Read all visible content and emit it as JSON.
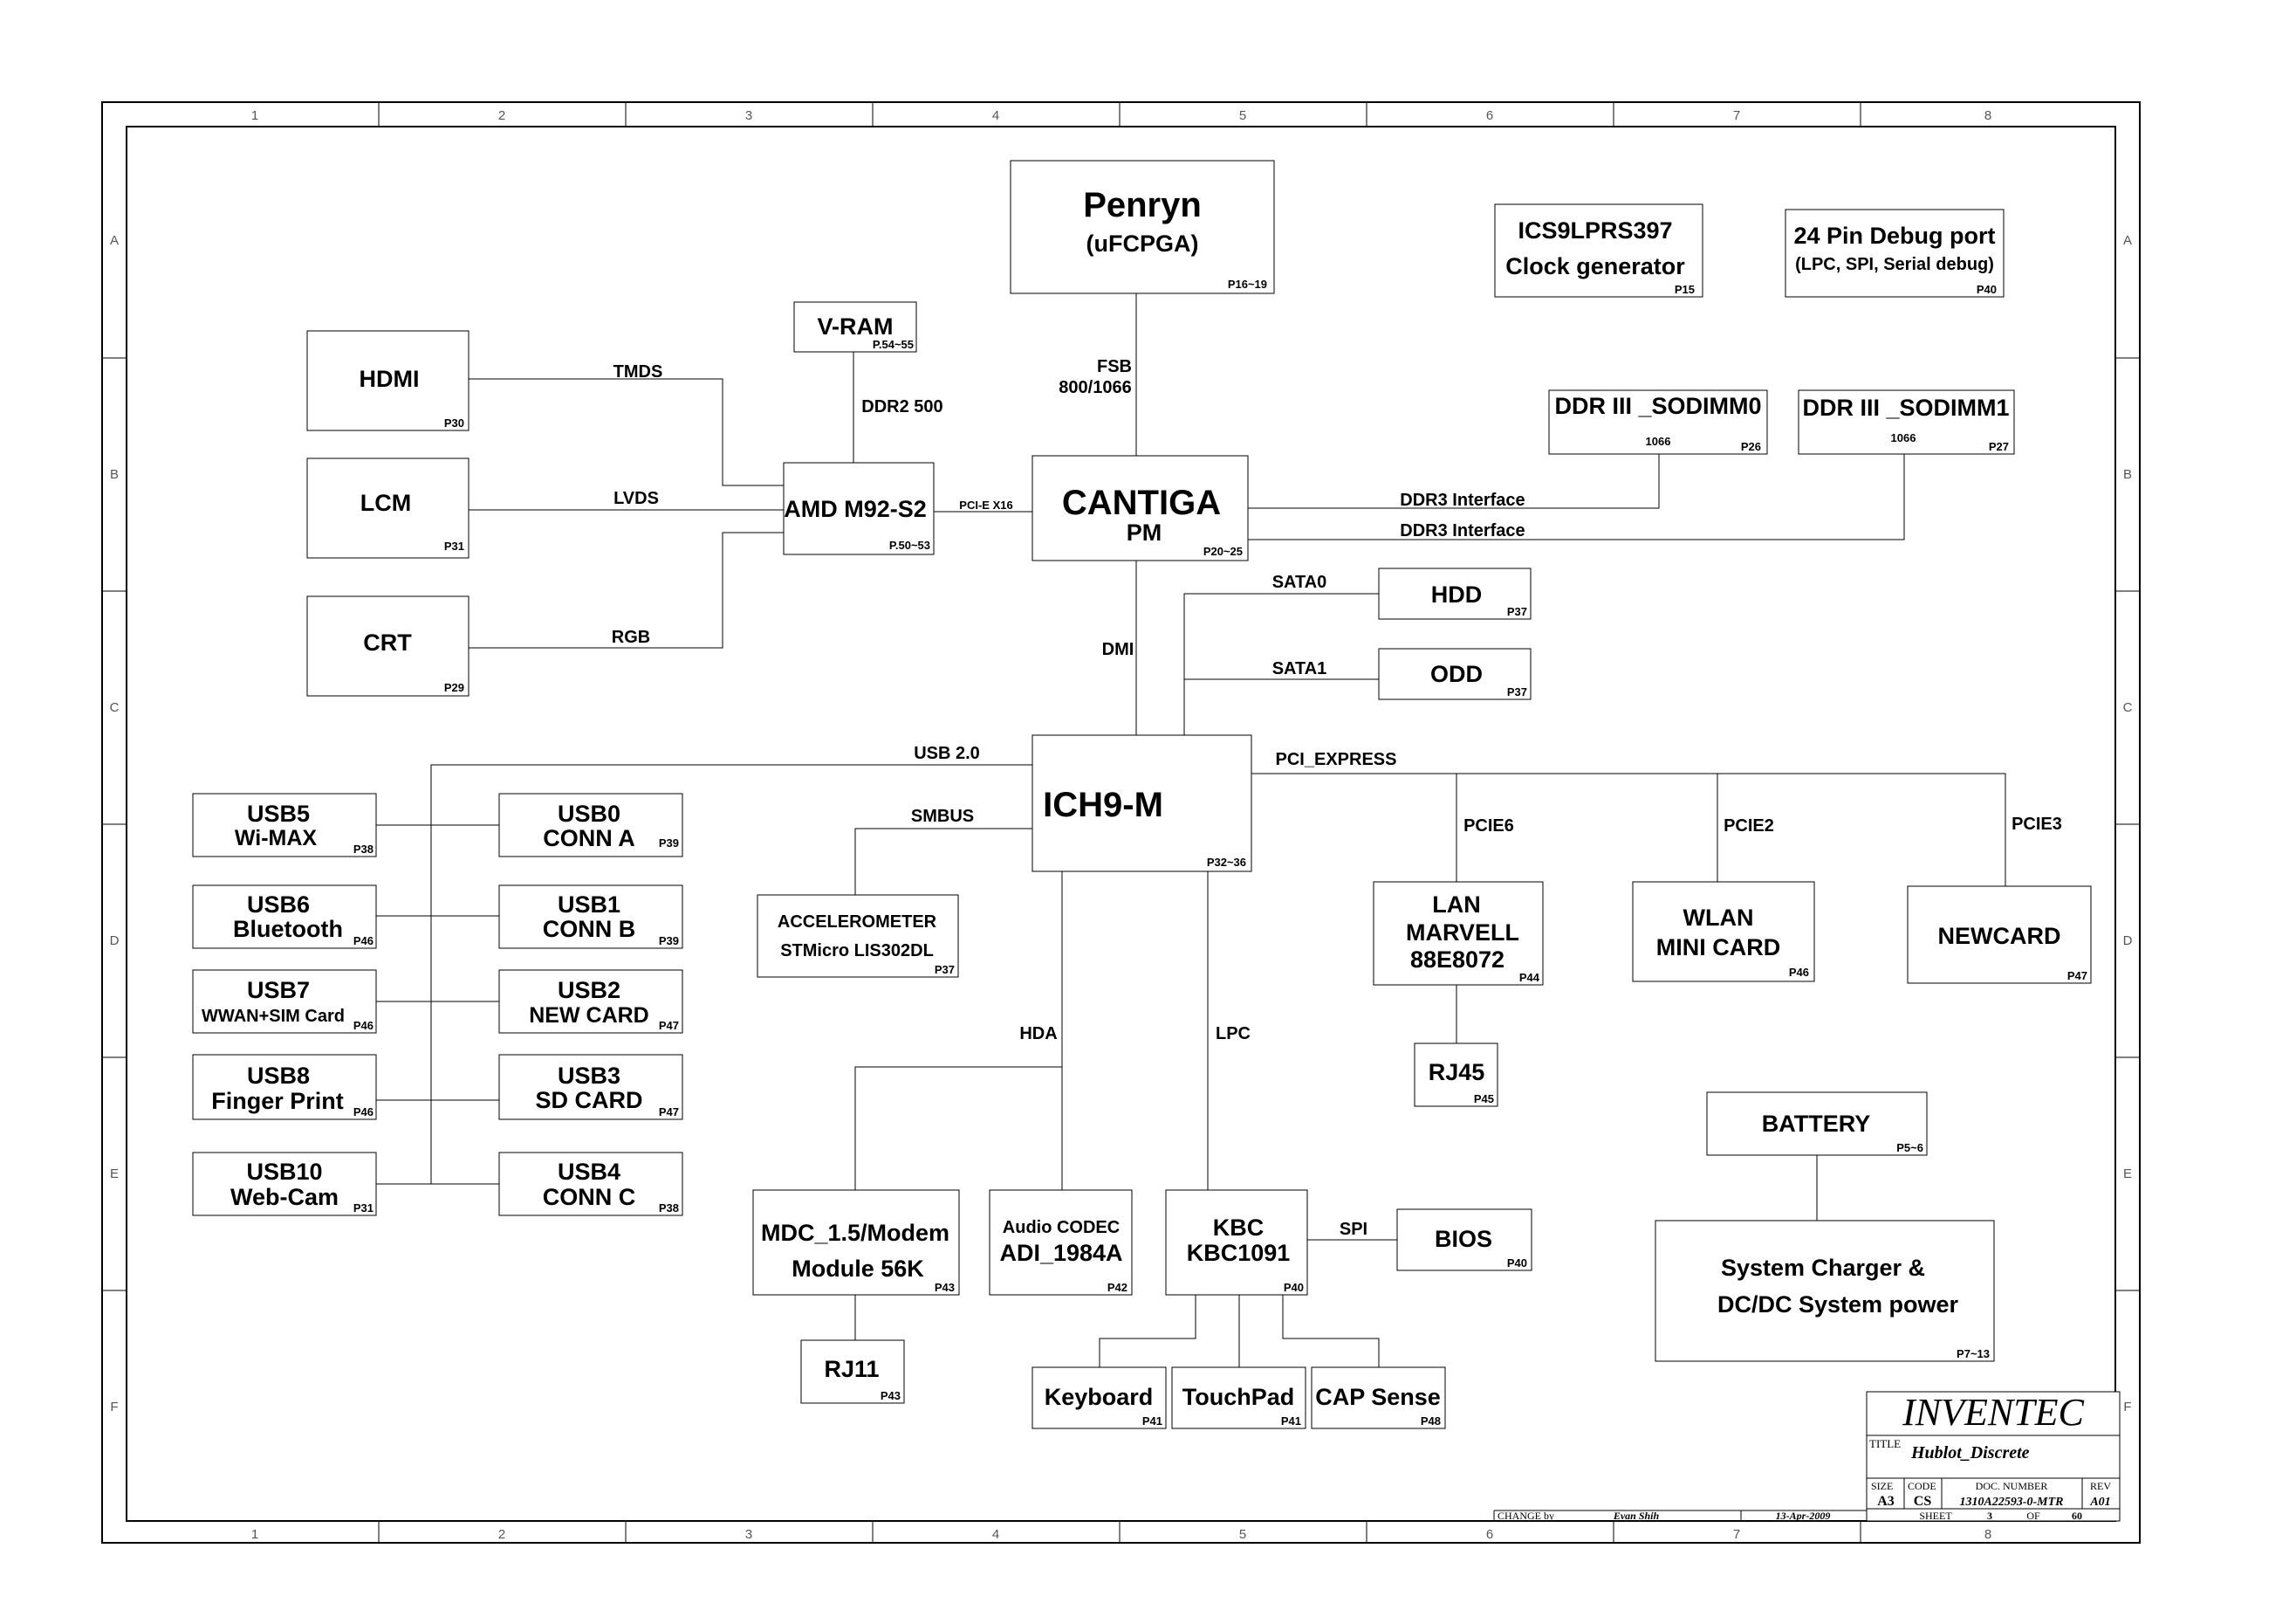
{
  "grid": {
    "columns": [
      "1",
      "2",
      "3",
      "4",
      "5",
      "6",
      "7",
      "8"
    ],
    "rows": [
      "A",
      "B",
      "C",
      "D",
      "E",
      "F"
    ]
  },
  "blocks": {
    "penryn": {
      "name": "Penryn",
      "sub": "(uFCPGA)",
      "page": "P16~19"
    },
    "ics": {
      "line1": "ICS9LPRS397",
      "line2": "Clock generator",
      "page": "P15"
    },
    "debug": {
      "line1": "24 Pin Debug port",
      "line2": "(LPC, SPI, Serial debug)",
      "page": "P40"
    },
    "vram": {
      "name": "V-RAM",
      "page": "P.54~55"
    },
    "hdmi": {
      "name": "HDMI",
      "page": "P30"
    },
    "lcm": {
      "name": "LCM",
      "page": "P31"
    },
    "crt": {
      "name": "CRT",
      "page": "P29"
    },
    "amd": {
      "name": "AMD M92-S2",
      "page": "P.50~53"
    },
    "cantiga": {
      "name": "CANTIGA",
      "sub": "PM",
      "page": "P20~25"
    },
    "sodimm0": {
      "name": "DDR III _SODIMM0",
      "speed": "1066",
      "page": "P26"
    },
    "sodimm1": {
      "name": "DDR III _SODIMM1",
      "speed": "1066",
      "page": "P27"
    },
    "hdd": {
      "name": "HDD",
      "page": "P37"
    },
    "odd": {
      "name": "ODD",
      "page": "P37"
    },
    "ich9": {
      "name": "ICH9-M",
      "page": "P32~36"
    },
    "usb5": {
      "line1": "USB5",
      "line2": "Wi-MAX",
      "page": "P38"
    },
    "usb6": {
      "line1": "USB6",
      "line2": "Bluetooth",
      "page": "P46"
    },
    "usb7": {
      "line1": "USB7",
      "line2": "WWAN+SIM Card",
      "page": "P46"
    },
    "usb8": {
      "line1": "USB8",
      "line2": "Finger Print",
      "page": "P46"
    },
    "usb10": {
      "line1": "USB10",
      "line2": "Web-Cam",
      "page": "P31"
    },
    "usb0": {
      "line1": "USB0",
      "line2": "CONN A",
      "page": "P39"
    },
    "usb1": {
      "line1": "USB1",
      "line2": "CONN B",
      "page": "P39"
    },
    "usb2": {
      "line1": "USB2",
      "line2": "NEW CARD",
      "page": "P47"
    },
    "usb3": {
      "line1": "USB3",
      "line2": "SD CARD",
      "page": "P47"
    },
    "usb4": {
      "line1": "USB4",
      "line2": "CONN C",
      "page": "P38"
    },
    "accel": {
      "line1": "ACCELEROMETER",
      "line2": "STMicro LIS302DL",
      "page": "P37"
    },
    "lan": {
      "line1": "LAN",
      "line2": "MARVELL",
      "line3": "88E8072",
      "page": "P44"
    },
    "wlan": {
      "line1": "WLAN",
      "line2": "MINI CARD",
      "page": "P46"
    },
    "newcard": {
      "name": "NEWCARD",
      "page": "P47"
    },
    "rj45": {
      "name": "RJ45",
      "page": "P45"
    },
    "battery": {
      "name": "BATTERY",
      "page": "P5~6"
    },
    "charger": {
      "line1": "System Charger &",
      "line2": "DC/DC System power",
      "page": "P7~13"
    },
    "mdc": {
      "line1": "MDC_1.5/Modem",
      "line2": "Module 56K",
      "page": "P43"
    },
    "audio": {
      "line1": "Audio CODEC",
      "line2": "ADI_1984A",
      "page": "P42"
    },
    "kbc": {
      "line1": "KBC",
      "line2": "KBC1091",
      "page": "P40"
    },
    "bios": {
      "name": "BIOS",
      "page": "P40"
    },
    "rj11": {
      "name": "RJ11",
      "page": "P43"
    },
    "keyboard": {
      "name": "Keyboard",
      "page": "P41"
    },
    "touchpad": {
      "name": "TouchPad",
      "page": "P41"
    },
    "capsense": {
      "name": "CAP Sense",
      "page": "P48"
    }
  },
  "signals": {
    "fsb": "FSB",
    "fsb_speed": "800/1066",
    "tmds": "TMDS",
    "lvds": "LVDS",
    "rgb": "RGB",
    "ddr2": "DDR2  500",
    "pcie_x16": "PCI-E X16",
    "ddr3_a": "DDR3 Interface",
    "ddr3_b": "DDR3 Interface",
    "sata0": "SATA0",
    "sata1": "SATA1",
    "dmi": "DMI",
    "usb20": "USB 2.0",
    "pci_express": "PCI_EXPRESS",
    "smbus": "SMBUS",
    "pcie6": "PCIE6",
    "pcie2": "PCIE2",
    "pcie3": "PCIE3",
    "hda": "HDA",
    "lpc": "LPC",
    "spi": "SPI"
  },
  "title_block": {
    "company": "INVENTEC",
    "title_label": "TITLE",
    "title": "Hublot_Discrete",
    "size_label": "SIZE",
    "size": "A3",
    "code_label": "CODE",
    "code": "CS",
    "doc_label": "DOC. NUMBER",
    "doc_number": "1310A22593-0-MTR",
    "rev_label": "REV",
    "rev": "A01",
    "change_label": "CHANGE by",
    "changed_by": "Evan Shih",
    "date": "13-Apr-2009",
    "sheet_label": "SHEET",
    "sheet": "3",
    "of_label": "OF",
    "total": "60"
  }
}
